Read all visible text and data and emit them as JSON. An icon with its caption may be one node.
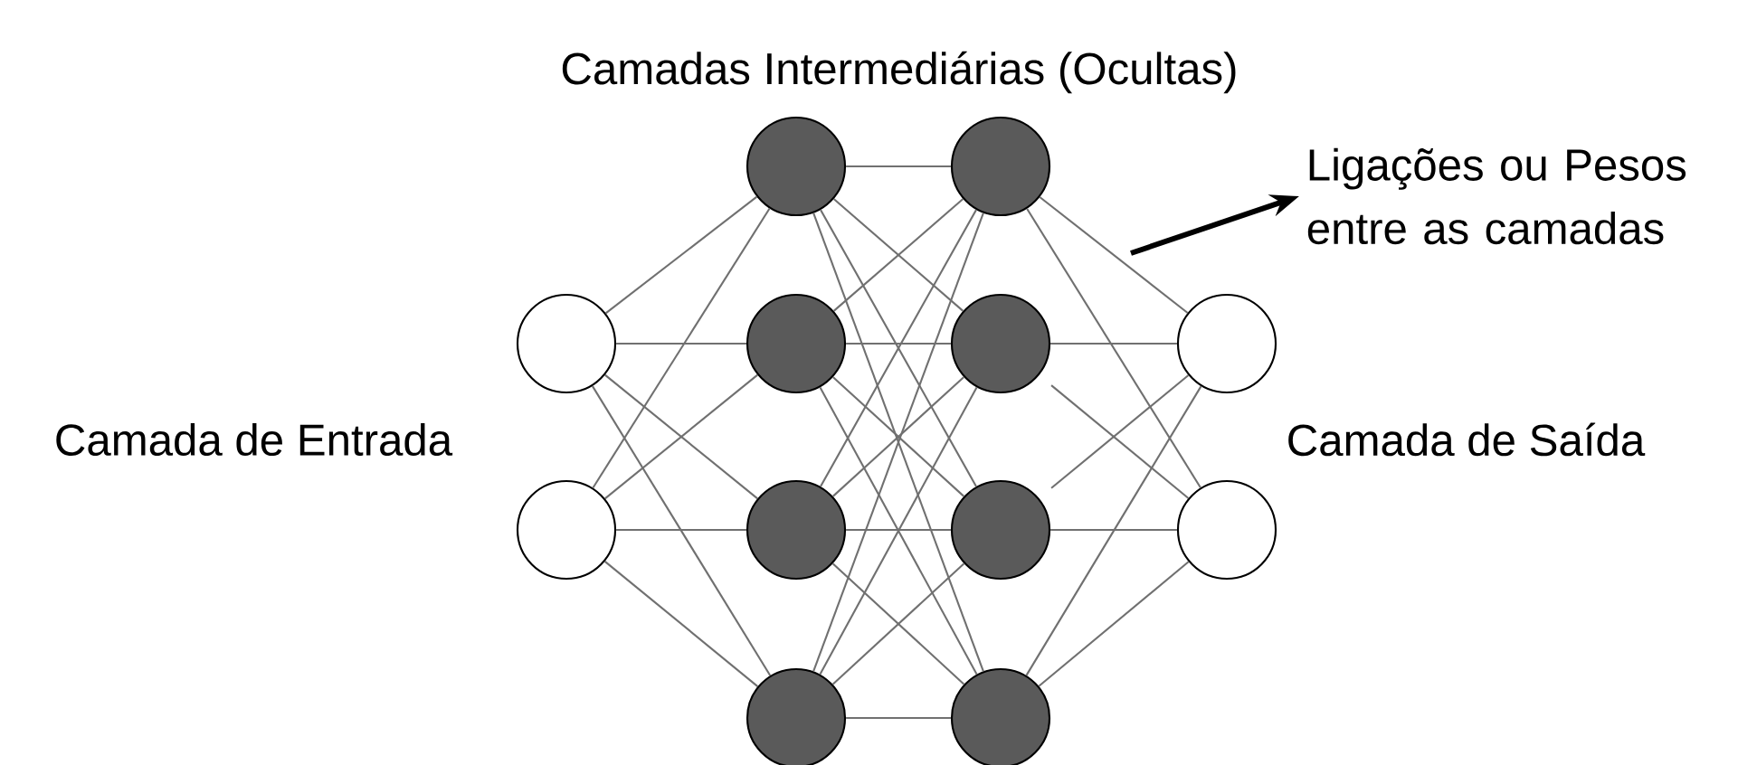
{
  "diagram": {
    "nodes": [
      {
        "text": [],
        "shape": "circle"
      },
      {
        "text": [],
        "shape": "circle"
      },
      {
        "text": [],
        "shape": "circle"
      },
      {
        "text": [],
        "shape": "circle"
      },
      {
        "text": [],
        "shape": "circle"
      },
      {
        "text": [],
        "shape": "circle"
      },
      {
        "text": [],
        "shape": "circle"
      },
      {
        "text": [],
        "shape": "circle"
      },
      {
        "text": [],
        "shape": "circle"
      },
      {
        "text": [],
        "shape": "circle"
      },
      {
        "text": [],
        "shape": "circle"
      },
      {
        "text": [],
        "shape": "circle"
      },
      {
        "text": [
          "Ligações ou Pesos entre as camadas"
        ]
      }
    ],
    "edges": [
      {
        "from": 0,
        "to": 2,
        "arrow": "none"
      },
      {
        "from": 0,
        "to": 3,
        "arrow": "none"
      },
      {
        "from": 0,
        "to": 4,
        "arrow": "none"
      },
      {
        "from": 0,
        "to": 5,
        "arrow": "none"
      },
      {
        "from": 1,
        "to": 2,
        "arrow": "none"
      },
      {
        "from": 1,
        "to": 3,
        "arrow": "none"
      },
      {
        "from": 1,
        "to": 4,
        "arrow": "none"
      },
      {
        "from": 1,
        "to": 5,
        "arrow": "none"
      },
      {
        "from": 2,
        "to": 6,
        "arrow": "none"
      },
      {
        "from": 2,
        "to": 7,
        "arrow": "none"
      },
      {
        "from": 2,
        "to": 8,
        "arrow": "none"
      },
      {
        "from": 2,
        "to": 9,
        "arrow": "none"
      },
      {
        "from": 3,
        "to": 6,
        "arrow": "none"
      },
      {
        "from": 3,
        "to": 7,
        "arrow": "none"
      },
      {
        "from": 3,
        "to": 8,
        "arrow": "none"
      },
      {
        "from": 3,
        "to": 9,
        "arrow": "none"
      },
      {
        "from": 4,
        "to": 6,
        "arrow": "none"
      },
      {
        "from": 4,
        "to": 7,
        "arrow": "none"
      },
      {
        "from": 4,
        "to": 8,
        "arrow": "none"
      },
      {
        "from": 4,
        "to": 9,
        "arrow": "none"
      },
      {
        "from": 5,
        "to": 6,
        "arrow": "none"
      },
      {
        "from": 5,
        "to": 7,
        "arrow": "none"
      },
      {
        "from": 5,
        "to": 8,
        "arrow": "none"
      },
      {
        "from": 5,
        "to": 9,
        "arrow": "none"
      },
      {
        "from": 6,
        "to": 10,
        "arrow": "none"
      },
      {
        "from": 6,
        "to": 11,
        "arrow": "none"
      },
      {
        "from": 7,
        "to": 10,
        "arrow": "none"
      },
      {
        "from": 7,
        "to": 11,
        "arrow": "none"
      },
      {
        "from": 8,
        "to": 10,
        "arrow": "none"
      },
      {
        "from": 8,
        "to": 11,
        "arrow": "none"
      },
      {
        "from": 9,
        "to": 10,
        "arrow": "none"
      },
      {
        "from": 9,
        "to": 11,
        "arrow": "none"
      },
      {
        "from": null,
        "to": 12,
        "arrow": "to",
        "style": "thick",
        "color": "#000000"
      }
    ],
    "labels": [
      "Camadas Intermediárias (Ocultas)",
      "Camada de Entrada",
      "Camada de Saída"
    ]
  }
}
